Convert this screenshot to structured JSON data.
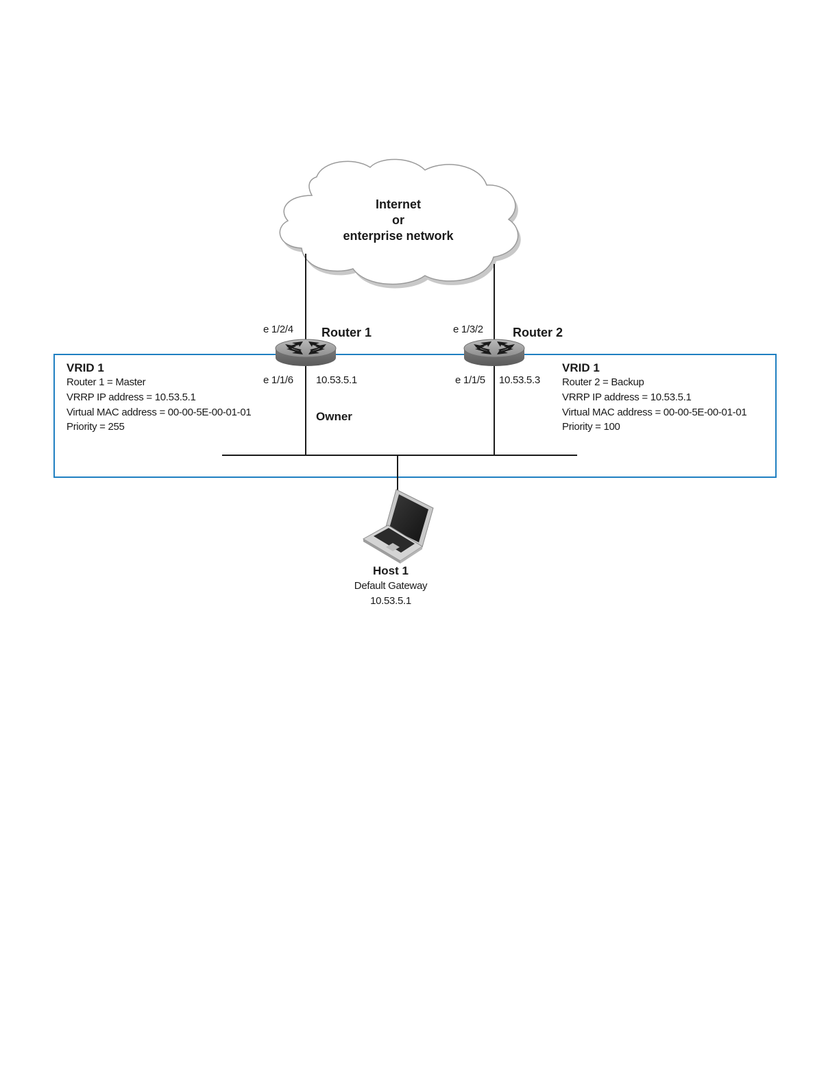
{
  "cloud": {
    "line1": "Internet",
    "line2": "or",
    "line3": "enterprise network"
  },
  "router1": {
    "title": "Router 1",
    "port_upper": "e 1/2/4",
    "port_lower": "e 1/1/6",
    "ip": "10.53.5.1",
    "role_label": "Owner"
  },
  "router2": {
    "title": "Router 2",
    "port_upper": "e 1/3/2",
    "port_lower": "e 1/1/5",
    "ip": "10.53.5.3"
  },
  "vrid_left": {
    "title": "VRID 1",
    "lines": [
      "Router 1 = Master",
      "VRRP IP address = 10.53.5.1",
      "Virtual MAC address = 00-00-5E-00-01-01",
      "Priority = 255"
    ]
  },
  "vrid_right": {
    "title": "VRID 1",
    "lines": [
      "Router 2 = Backup",
      "VRRP IP address = 10.53.5.1",
      "Virtual MAC address = 00-00-5E-00-01-01",
      "Priority = 100"
    ]
  },
  "host": {
    "title": "Host 1",
    "line1": "Default Gateway",
    "line2": "10.53.5.1"
  },
  "icons": {
    "router": "router-icon",
    "laptop": "laptop-icon",
    "cloud": "cloud-icon"
  },
  "colors": {
    "vrid_box_border": "#1f7fc1",
    "router_body": "#8a8a8a",
    "cloud_fill": "#ffffff",
    "cloud_shadow": "#c8c8c8"
  }
}
